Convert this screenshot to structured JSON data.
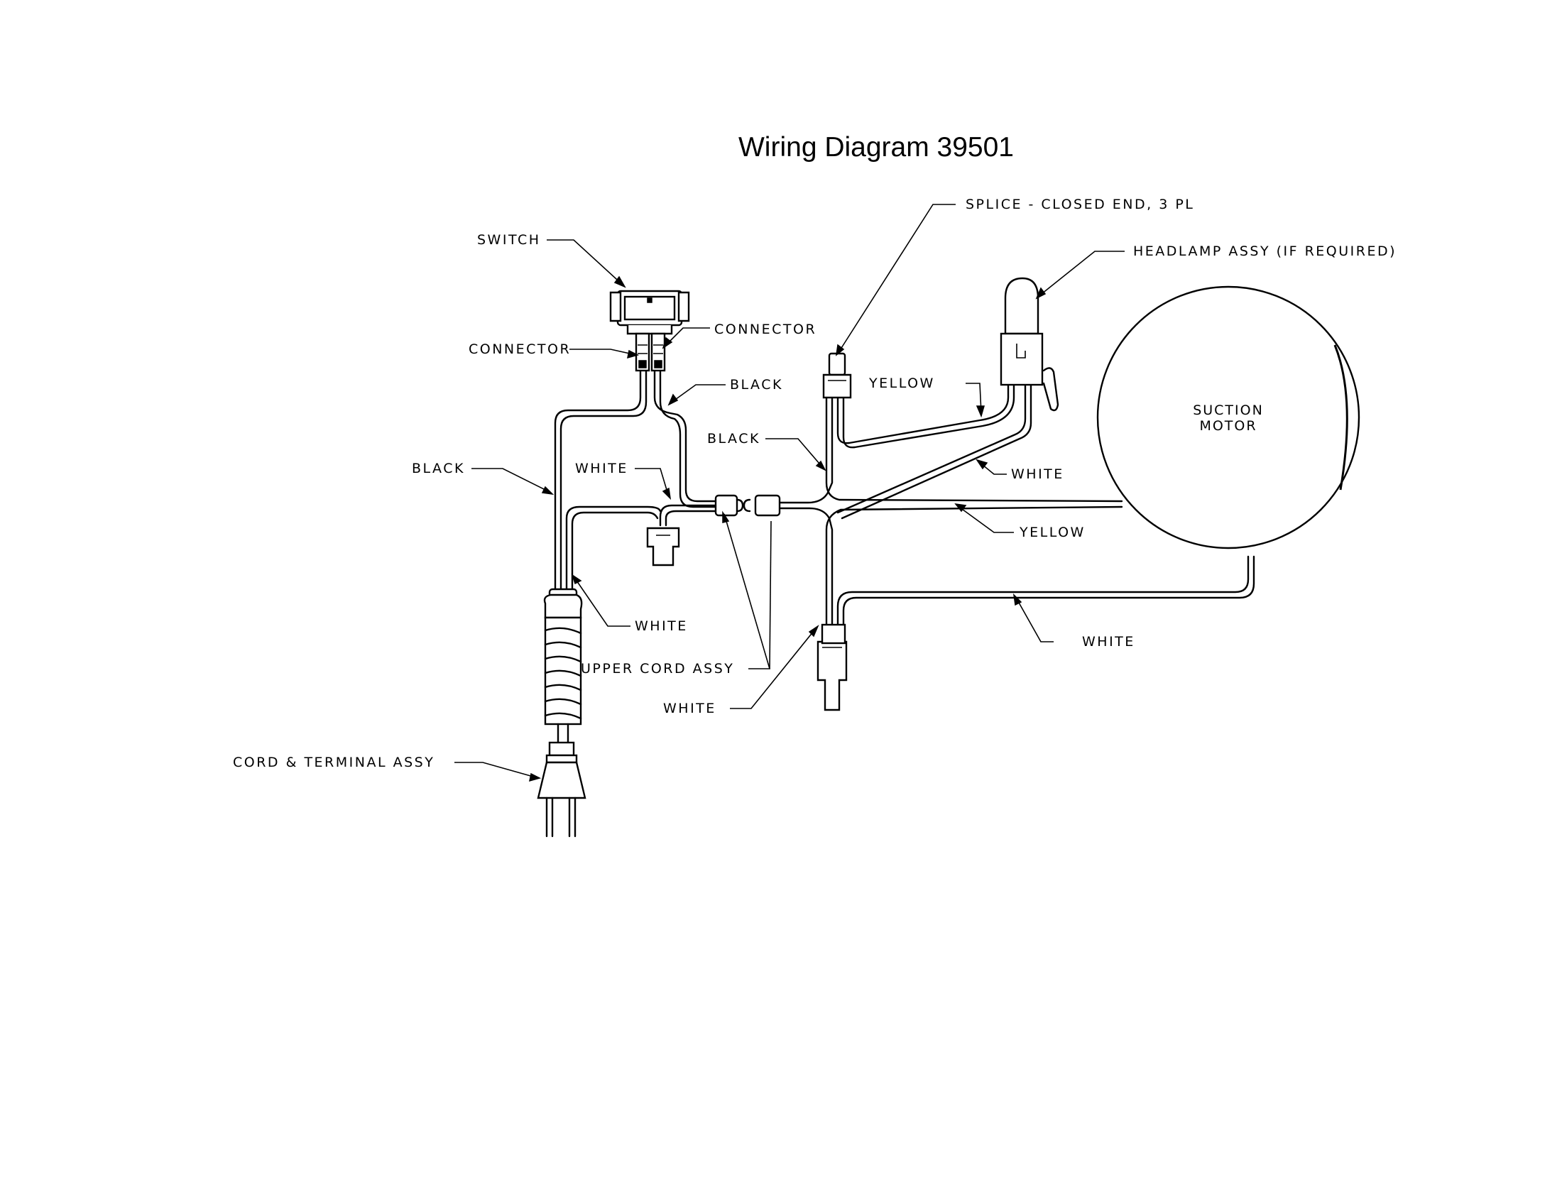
{
  "title": "Wiring Diagram 39501",
  "labels": {
    "switch": "SWITCH",
    "connector_left": "CONNECTOR",
    "connector_right": "CONNECTOR",
    "black_switch": "BLACK",
    "black_left": "BLACK",
    "black_center": "BLACK",
    "white_mid": "WHITE",
    "white_cord": "WHITE",
    "white_bottom": "WHITE",
    "white_headlamp": "WHITE",
    "white_motor": "WHITE",
    "yellow_headlamp": "YELLOW",
    "yellow_motor": "YELLOW",
    "upper_cord_assy": "UPPER CORD ASSY",
    "cord_terminal_assy": "CORD & TERMINAL ASSY",
    "splice": "SPLICE - CLOSED END, 3 PL",
    "headlamp": "HEADLAMP ASSY (IF REQUIRED)",
    "suction_motor_line1": "SUCTION",
    "suction_motor_line2": "MOTOR"
  }
}
